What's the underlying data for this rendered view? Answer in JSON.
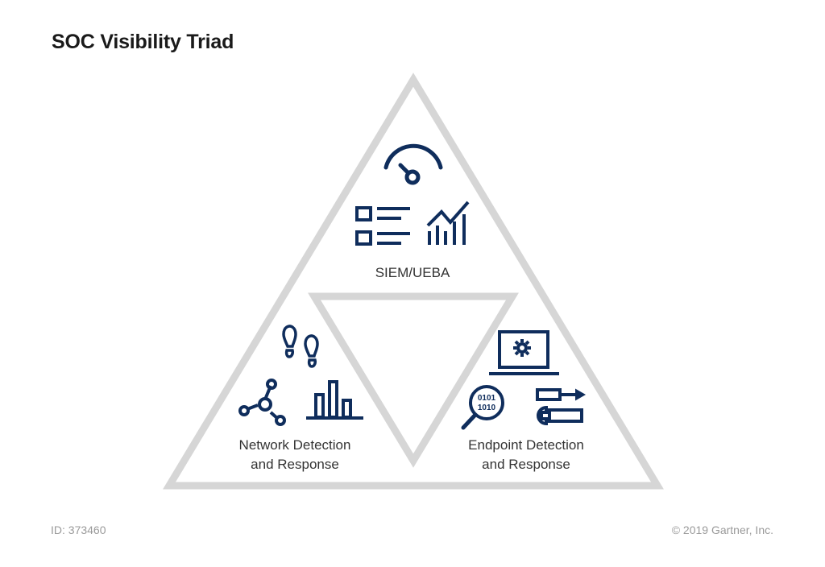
{
  "title": "SOC Visibility Triad",
  "footer": {
    "id_text": "ID: 373460",
    "copyright": "© 2019 Gartner, Inc."
  },
  "colors": {
    "icon": "#0f2d5c",
    "triangle_stroke": "#d6d6d6",
    "label_text": "#333333",
    "footer_text": "#9a9a9a"
  },
  "sections": {
    "top": {
      "label": "SIEM/UEBA",
      "icons": [
        "gauge-icon",
        "checklist-icon",
        "trend-chart-icon"
      ]
    },
    "bottom_left": {
      "label_line1": "Network Detection",
      "label_line2": "and Response",
      "icons": [
        "footprints-icon",
        "network-nodes-icon",
        "bar-chart-icon"
      ]
    },
    "bottom_right": {
      "label_line1": "Endpoint Detection",
      "label_line2": "and Response",
      "icons": [
        "laptop-gear-icon",
        "binary-search-icon",
        "tools-icon"
      ],
      "binary_line1": "0101",
      "binary_line2": "1010"
    }
  }
}
